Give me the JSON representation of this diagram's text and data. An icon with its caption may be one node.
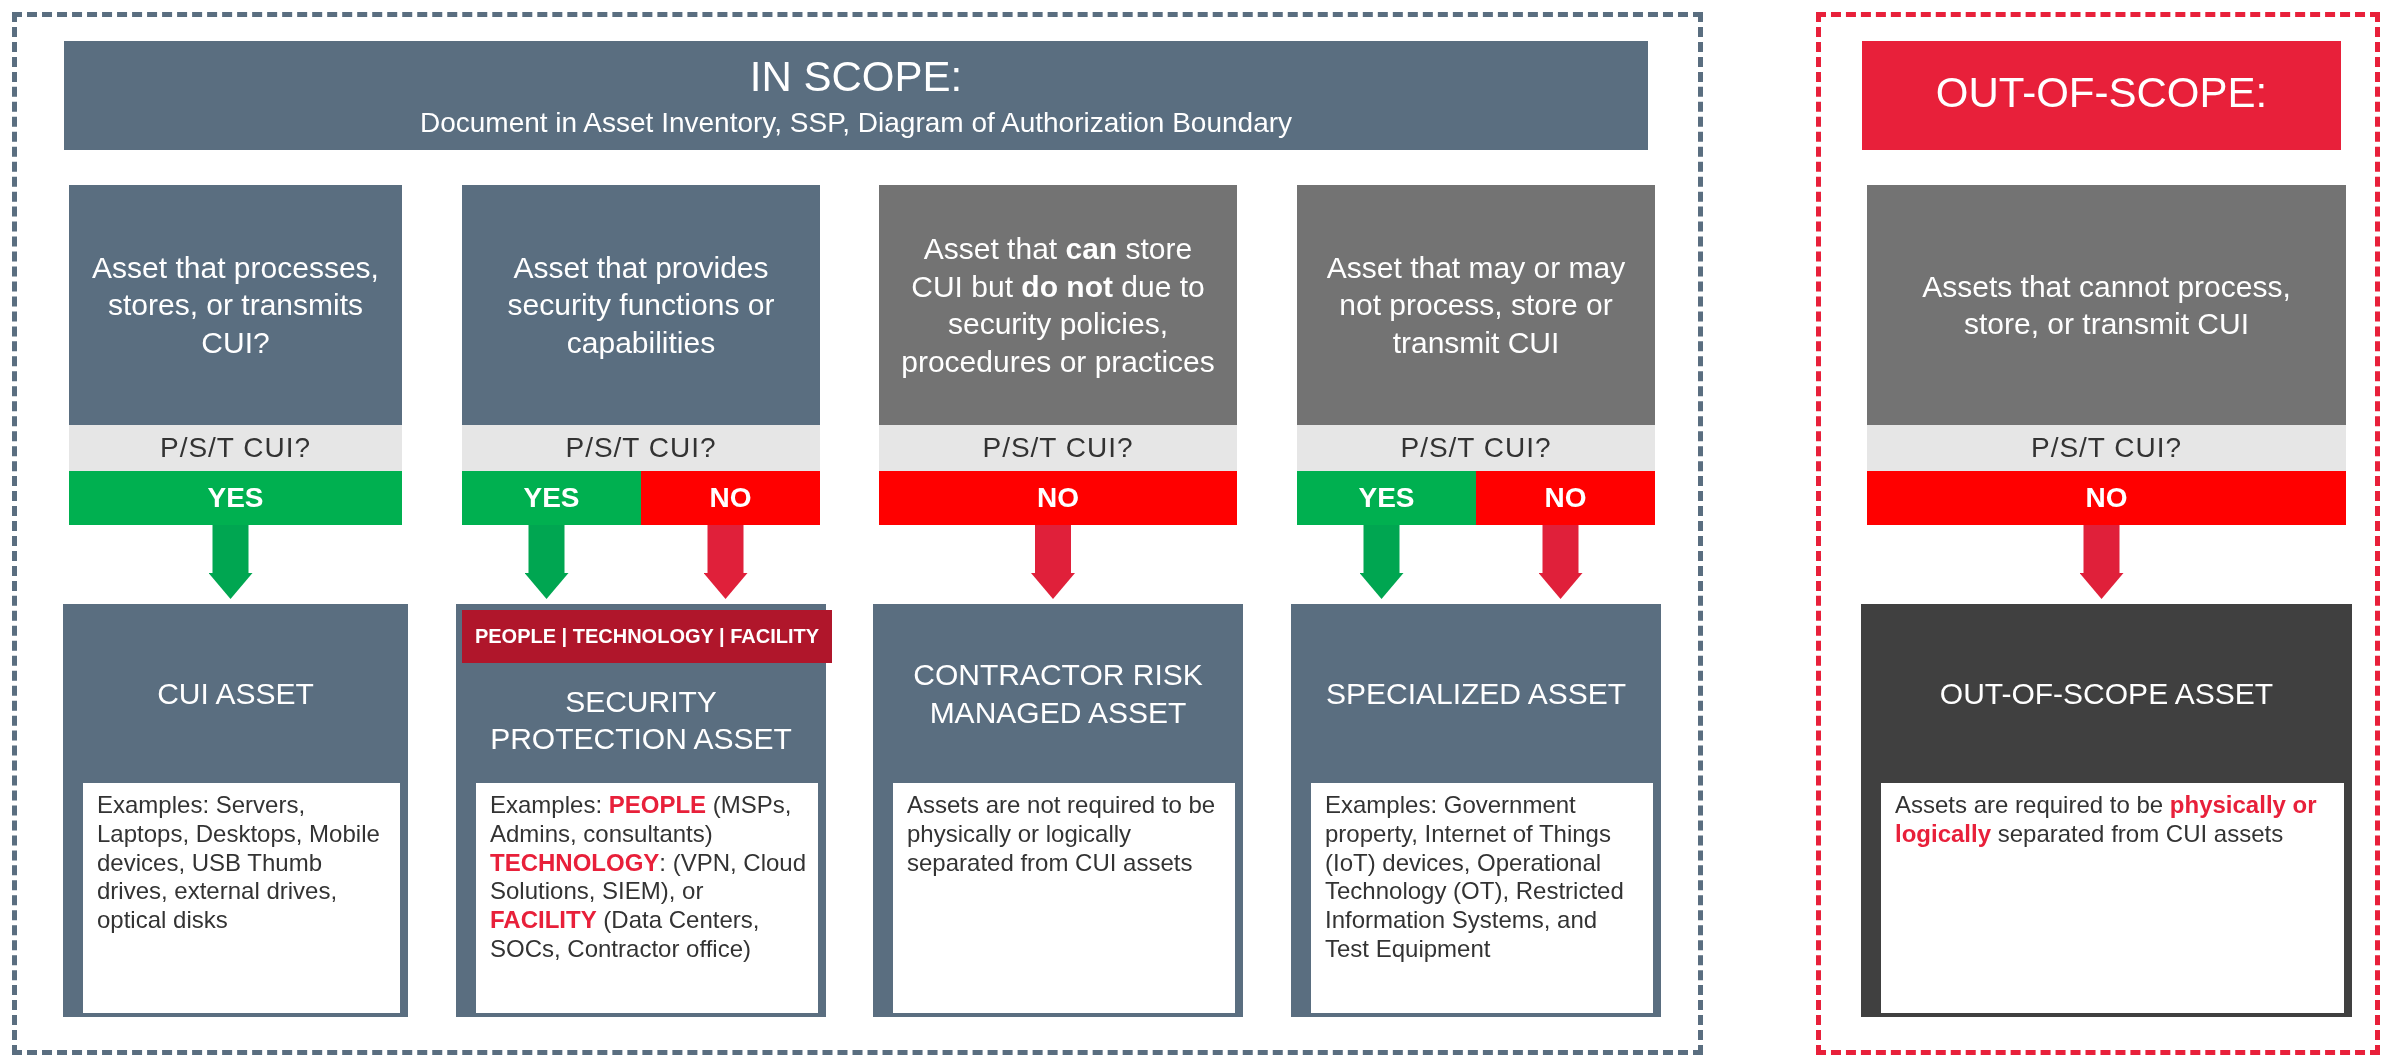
{
  "diagram": {
    "nodes": [
      {
        "text": [
          "IN SCOPE:",
          "Document in Asset Inventory, SSP, Diagram of Authorization Boundary"
        ]
      },
      {
        "text": [
          "Asset that processes, stores, or transmits CUI?"
        ],
        "in": 0
      },
      {
        "text": [
          "P/S/T CUI?"
        ],
        "in": 0
      },
      {
        "text": [
          "YES"
        ],
        "in": 0
      },
      {
        "text": [
          "CUI ASSET"
        ],
        "in": 0
      },
      {
        "text": [
          "Examples: Servers, Laptops, Desktops, Mobile devices, USB Thumb drives, external drives, optical disks"
        ],
        "in": 4
      },
      {
        "text": [
          "Asset that provides security functions or capabilities"
        ],
        "in": 0
      },
      {
        "text": [
          "P/S/T CUI?"
        ],
        "in": 0
      },
      {
        "text": [
          "YES"
        ],
        "in": 0
      },
      {
        "text": [
          "NO"
        ],
        "in": 0
      },
      {
        "text": [
          "SECURITY PROTECTION ASSET"
        ],
        "in": 0
      },
      {
        "text": [
          "PEOPLE | TECHNOLOGY | FACILITY"
        ],
        "in": 10
      },
      {
        "text": [
          "Examples: **PEOPLE** (MSPs, Admins, consultants) **TECHNOLOGY**: (VPN, Cloud Solutions, SIEM), or **FACILITY** (Data Centers, SOCs, Contractor office)"
        ],
        "in": 10
      },
      {
        "text": [
          "Asset that **can** store CUI but **do not** due to security policies, procedures or practices"
        ],
        "in": 0
      },
      {
        "text": [
          "P/S/T CUI?"
        ],
        "in": 0
      },
      {
        "text": [
          "NO"
        ],
        "in": 0
      },
      {
        "text": [
          "CONTRACTOR RISK MANAGED ASSET"
        ],
        "in": 0
      },
      {
        "text": [
          "Assets are not required to be physically or logically separated from CUI assets"
        ],
        "in": 16
      },
      {
        "text": [
          "Asset that may or may not process, store or transmit CUI"
        ],
        "in": 0
      },
      {
        "text": [
          "P/S/T CUI?"
        ],
        "in": 0
      },
      {
        "text": [
          "YES"
        ],
        "in": 0
      },
      {
        "text": [
          "NO"
        ],
        "in": 0
      },
      {
        "text": [
          "SPECIALIZED ASSET"
        ],
        "in": 0
      },
      {
        "text": [
          "Examples: Government property, Internet of Things (IoT) devices, Operational Technology (OT), Restricted Information Systems, and Test Equipment"
        ],
        "in": 22
      },
      {
        "text": [
          "OUT-OF-SCOPE:"
        ]
      },
      {
        "text": [
          "Assets that cannot process, store, or transmit CUI"
        ],
        "in": 24
      },
      {
        "text": [
          "P/S/T CUI?"
        ],
        "in": 24
      },
      {
        "text": [
          "NO"
        ],
        "in": 24
      },
      {
        "text": [
          "OUT-OF-SCOPE ASSET"
        ],
        "in": 24
      },
      {
        "text": [
          "Assets are required to be **physically or logically** separated from CUI assets"
        ],
        "in": 28
      }
    ],
    "edges": [
      {
        "from": 3,
        "to": 4,
        "arrow": "to",
        "color": "#00a651"
      },
      {
        "from": 8,
        "to": 10,
        "arrow": "to",
        "color": "#00a651"
      },
      {
        "from": 9,
        "to": 10,
        "arrow": "to"
      },
      {
        "from": 15,
        "to": 16,
        "arrow": "to"
      },
      {
        "from": 20,
        "to": 22,
        "arrow": "to",
        "color": "#00a651"
      },
      {
        "from": 21,
        "to": 22,
        "arrow": "to"
      },
      {
        "from": 27,
        "to": 28,
        "arrow": "to"
      }
    ]
  }
}
